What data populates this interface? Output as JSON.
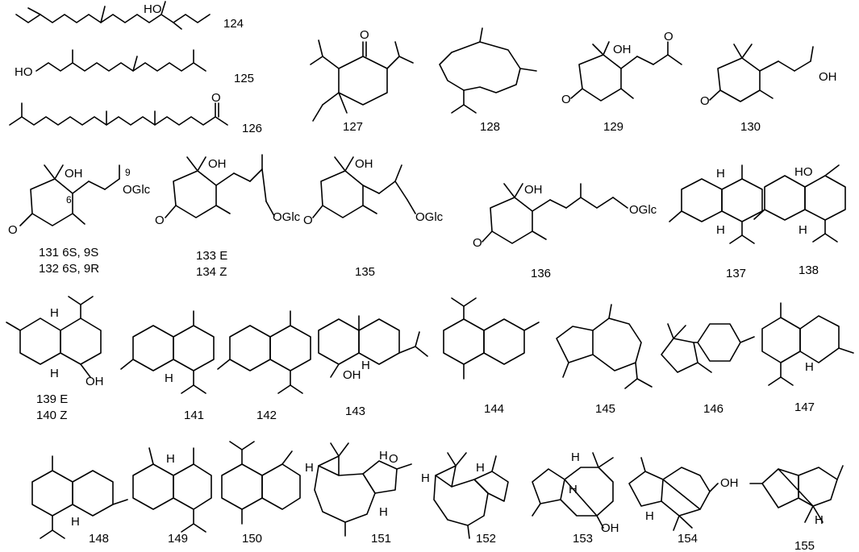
{
  "compounds": [
    {
      "id": "124"
    },
    {
      "id": "125"
    },
    {
      "id": "126"
    },
    {
      "id": "127"
    },
    {
      "id": "128"
    },
    {
      "id": "129"
    },
    {
      "id": "130"
    },
    {
      "id": "131 6S, 9S"
    },
    {
      "id": "132 6S, 9R"
    },
    {
      "id": "133 E"
    },
    {
      "id": "134 Z"
    },
    {
      "id": "135"
    },
    {
      "id": "136"
    },
    {
      "id": "137"
    },
    {
      "id": "138"
    },
    {
      "id": "139 E"
    },
    {
      "id": "140 Z"
    },
    {
      "id": "141"
    },
    {
      "id": "142"
    },
    {
      "id": "143"
    },
    {
      "id": "144"
    },
    {
      "id": "145"
    },
    {
      "id": "146"
    },
    {
      "id": "147"
    },
    {
      "id": "148"
    },
    {
      "id": "149"
    },
    {
      "id": "150"
    },
    {
      "id": "151"
    },
    {
      "id": "152"
    },
    {
      "id": "153"
    },
    {
      "id": "154"
    },
    {
      "id": "155"
    }
  ],
  "atoms": {
    "ho": "HO",
    "oh": "OH",
    "o": "O",
    "h": "H",
    "oglc": "OGlc",
    "n6": "6",
    "n9": "9"
  }
}
